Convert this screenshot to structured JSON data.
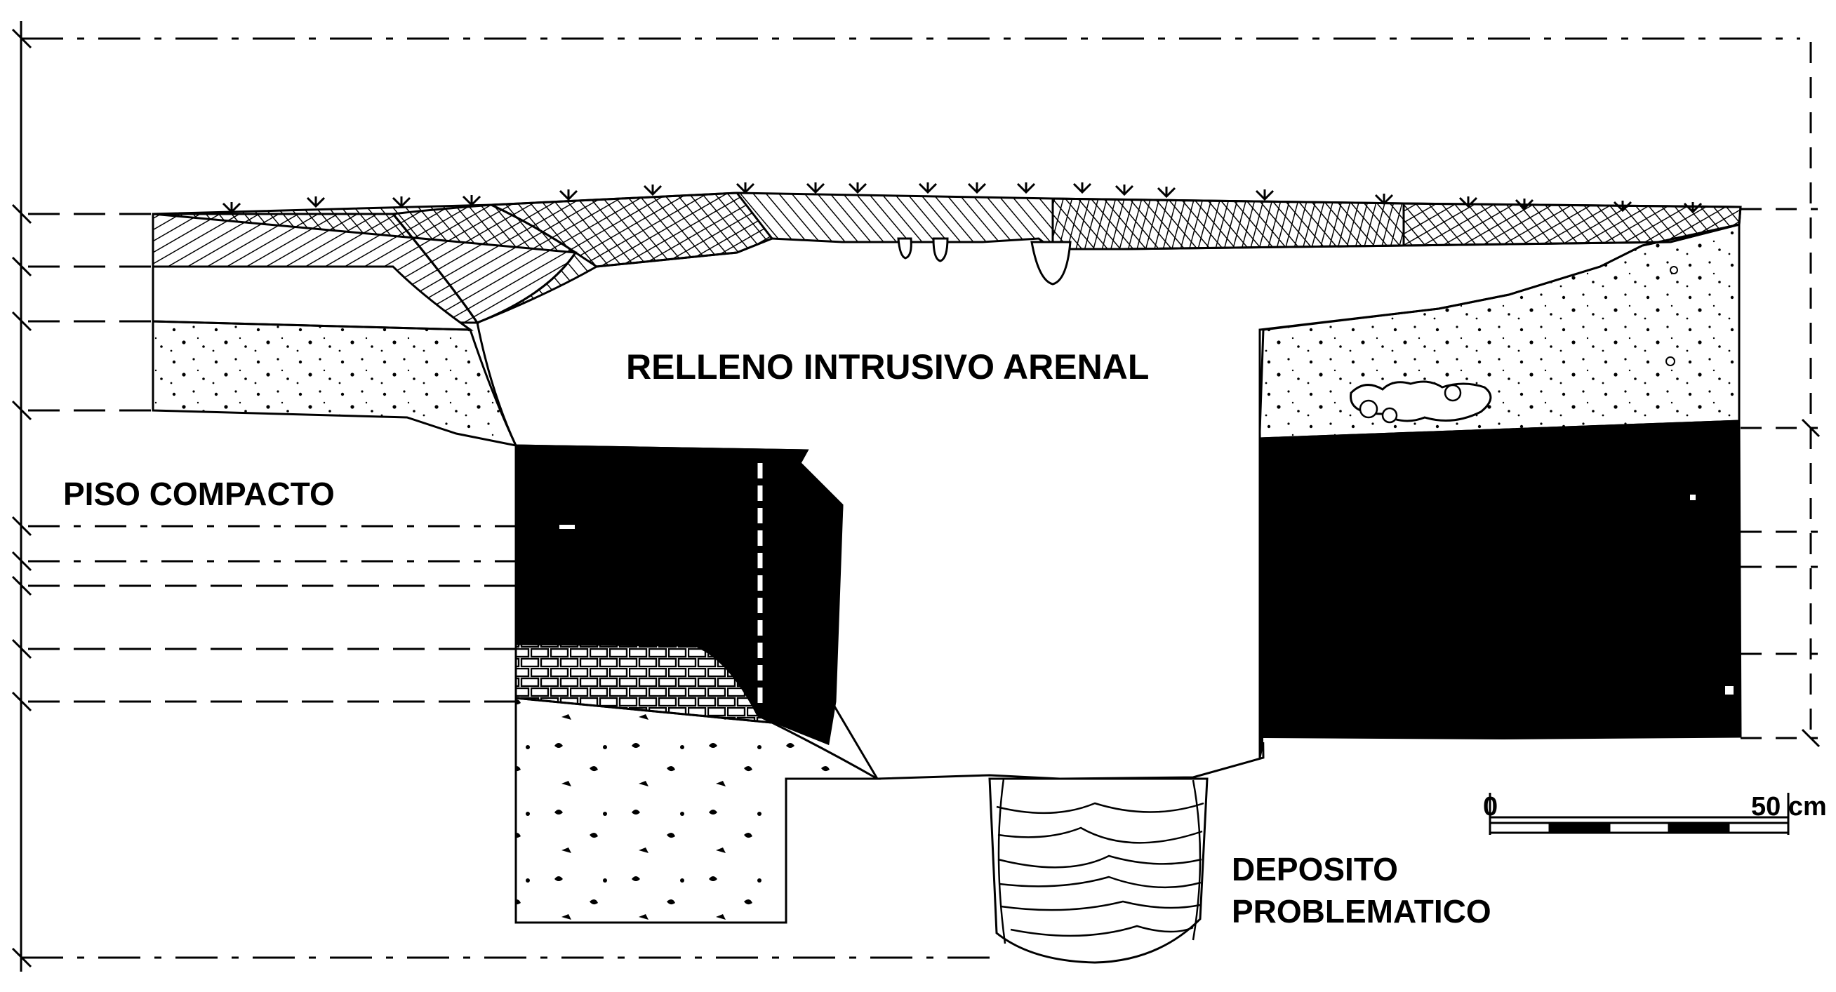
{
  "labels": {
    "relleno": "RELLENO INTRUSIVO ARENAL",
    "piso": "PISO COMPACTO",
    "deposito_line1": "DEPOSITO",
    "deposito_line2": "PROBLEMATICO"
  },
  "scale_bar": {
    "start_label": "0",
    "end_label": "50 cm"
  },
  "colors": {
    "ink": "#000000",
    "paper": "#ffffff"
  }
}
